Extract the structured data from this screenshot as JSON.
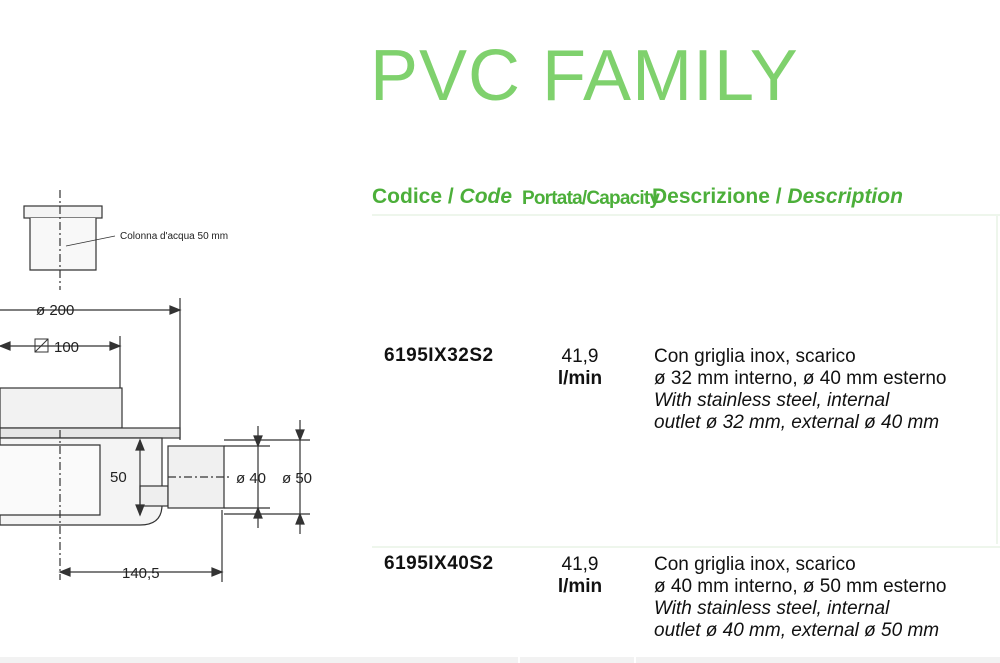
{
  "title": "PVC FAMILY",
  "drawing": {
    "label_water_column": "Colonna d'acqua 50 mm",
    "dim_200": "ø 200",
    "dim_100": "100",
    "dim_50_height": "50",
    "dim_40": "ø 40",
    "dim_50_outlet": "ø 50",
    "dim_140": "140,5"
  },
  "table": {
    "headers": {
      "code_it": "Codice /",
      "code_en": "Code",
      "capacity": "Portata/Capacity",
      "desc_it": "Descrizione /",
      "desc_en": "Description"
    },
    "rows": [
      {
        "code": "6195IX32S2",
        "capacity": "41,9",
        "unit": "l/min",
        "desc_it_1": "Con griglia inox, scarico",
        "desc_it_2": "ø 32 mm interno, ø 40 mm esterno",
        "desc_en_1": "With stainless steel, internal",
        "desc_en_2": "outlet ø 32 mm, external ø 40 mm"
      },
      {
        "code": "6195IX40S2",
        "capacity": "41,9",
        "unit": "l/min",
        "desc_it_1": "Con griglia inox, scarico",
        "desc_it_2": "ø 40 mm interno, ø 50 mm esterno",
        "desc_en_1": "With stainless steel, internal",
        "desc_en_2": "outlet ø 40 mm, external ø 50 mm"
      }
    ]
  },
  "colors": {
    "title_green": "#7fd16d",
    "header_green": "#4caf3a"
  }
}
